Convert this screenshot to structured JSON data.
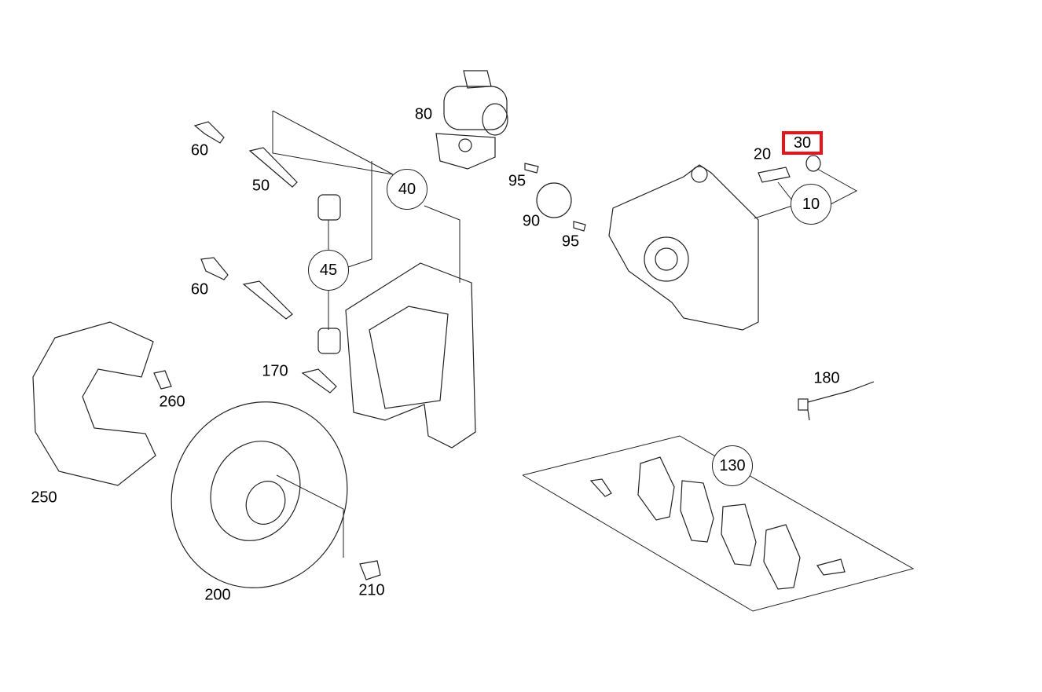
{
  "diagram": {
    "highlight_color": "#e8141b",
    "callouts": [
      {
        "id": "c80",
        "text": "80"
      },
      {
        "id": "c60a",
        "text": "60"
      },
      {
        "id": "c50",
        "text": "50"
      },
      {
        "id": "c40",
        "text": "40"
      },
      {
        "id": "c95a",
        "text": "95"
      },
      {
        "id": "c90",
        "text": "90"
      },
      {
        "id": "c95b",
        "text": "95"
      },
      {
        "id": "c20",
        "text": "20"
      },
      {
        "id": "c30",
        "text": "30"
      },
      {
        "id": "c10",
        "text": "10"
      },
      {
        "id": "c45",
        "text": "45"
      },
      {
        "id": "c60b",
        "text": "60"
      },
      {
        "id": "c170",
        "text": "170"
      },
      {
        "id": "c260",
        "text": "260"
      },
      {
        "id": "c180",
        "text": "180"
      },
      {
        "id": "c130",
        "text": "130"
      },
      {
        "id": "c250",
        "text": "250"
      },
      {
        "id": "c200",
        "text": "200"
      },
      {
        "id": "c210",
        "text": "210"
      }
    ]
  }
}
